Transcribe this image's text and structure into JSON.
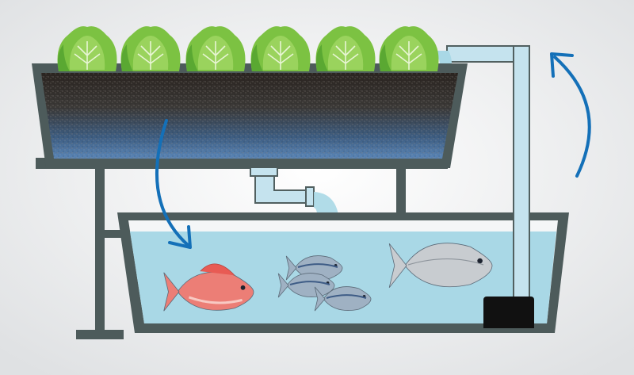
{
  "diagram": {
    "type": "aquaponics-system",
    "components": {
      "grow_bed": {
        "medium": "gravel-soil",
        "plants": [
          "lettuce",
          "lettuce",
          "lettuce",
          "lettuce",
          "lettuce",
          "lettuce"
        ]
      },
      "fish_tank": {
        "fish": [
          "red-snapper",
          "sardine",
          "sardine",
          "sardine",
          "salmon"
        ]
      },
      "pump": {
        "icon": "pump-icon"
      },
      "drain_pipe": {
        "icon": "drain-pipe-icon"
      },
      "return_pipe": {
        "icon": "return-pipe-icon"
      }
    },
    "flows": [
      "grow-bed-to-fish-tank",
      "fish-tank-to-grow-bed"
    ]
  },
  "colors": {
    "background": "#f2f3f4",
    "frame": "#4d5b5b",
    "water": "#a9d8e6",
    "pipe": "#c5e3ee",
    "pipe_outline": "#516060",
    "arrow": "#1470b8",
    "lettuce": "#7cc242",
    "lettuce_dark": "#5aa832",
    "pump": "#111111",
    "snapper": "#ec7e76",
    "sardine": "#9fb1c3",
    "salmon": "#c8ccd0"
  }
}
